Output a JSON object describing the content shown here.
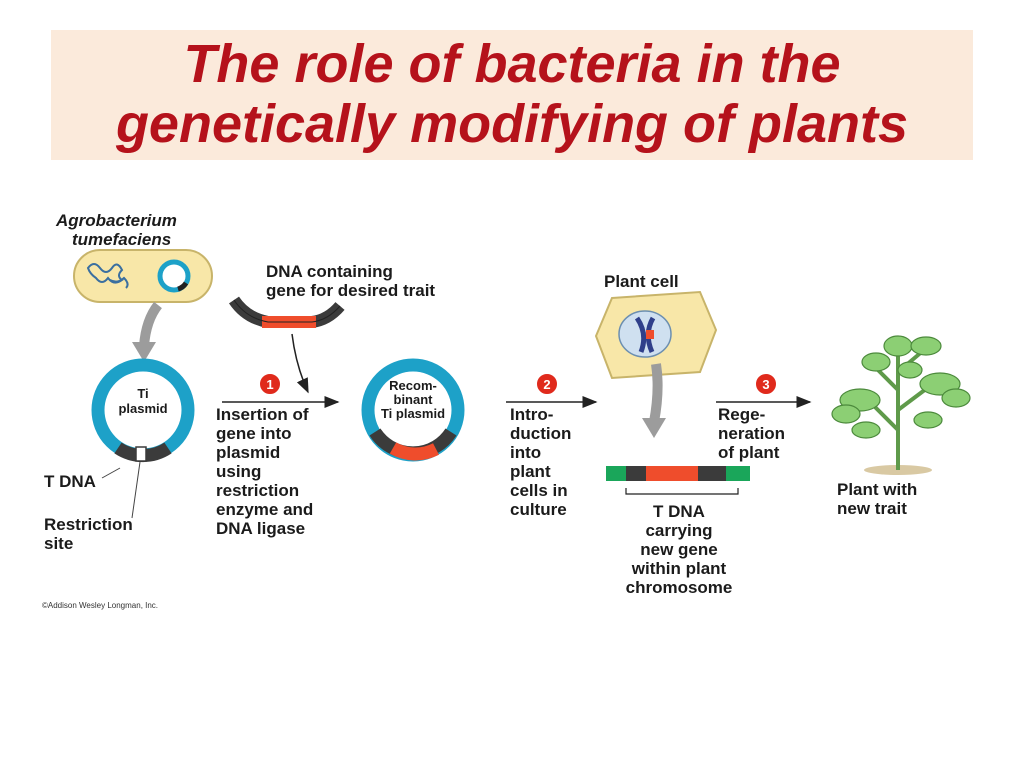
{
  "title": {
    "line1": "The role of bacteria in the",
    "line2": "genetically modifying of plants"
  },
  "labels": {
    "agrobacterium_1": "Agrobacterium",
    "agrobacterium_2": "tumefaciens",
    "dna_trait_1": "DNA containing",
    "dna_trait_2": "gene for desired trait",
    "ti_plasmid_1": "Ti",
    "ti_plasmid_2": "plasmid",
    "t_dna": "T DNA",
    "restriction_1": "Restriction",
    "restriction_2": "site",
    "recomb_1": "Recom-",
    "recomb_2": "binant",
    "recomb_3": "Ti plasmid",
    "plant_cell": "Plant cell",
    "plant_trait_1": "Plant with",
    "plant_trait_2": "new trait",
    "copyright": "©Addison Wesley Longman, Inc."
  },
  "steps": [
    {
      "number": "1",
      "lines": [
        "Insertion of",
        "gene into",
        "plasmid",
        "using",
        "restriction",
        "enzyme and",
        "DNA ligase"
      ]
    },
    {
      "number": "2",
      "lines": [
        "Intro-",
        "duction",
        "into",
        "plant",
        "cells in",
        "culture"
      ]
    },
    {
      "number": "3",
      "lines": [
        "Rege-",
        "neration",
        "of plant"
      ]
    }
  ],
  "chromosome_caption": [
    "T DNA",
    "carrying",
    "new gene",
    "within plant",
    "chromosome"
  ],
  "colors": {
    "title_text": "#b5121b",
    "title_bg": "#fbeadb",
    "plasmid_blue": "#1da1c8",
    "dna_red": "#ef4d2c",
    "dna_green": "#1aa65a",
    "step_circle": "#e02a1c",
    "cell_fill": "#f8e7a8",
    "leaf_green": "#8ccf74"
  }
}
